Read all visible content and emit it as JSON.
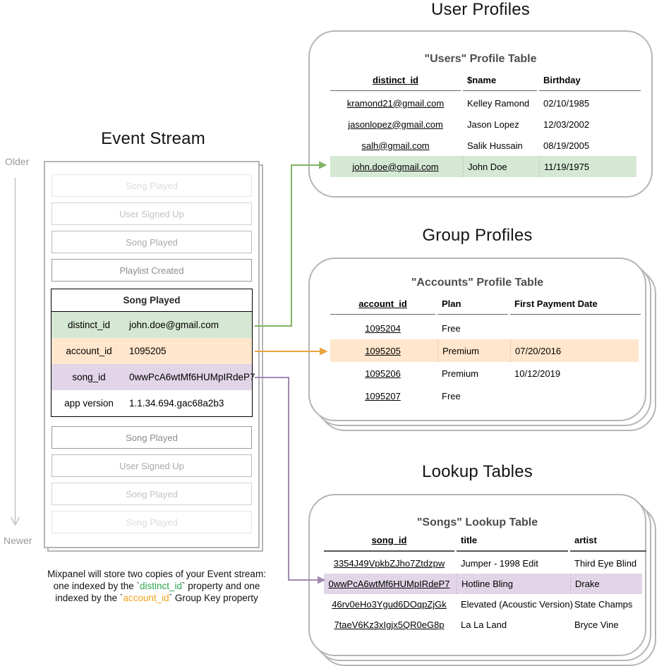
{
  "titles": {
    "event_stream": "Event Stream",
    "user_profiles": "User Profiles",
    "group_profiles": "Group Profiles",
    "lookup_tables": "Lookup Tables"
  },
  "timeline": {
    "older": "Older",
    "newer": "Newer"
  },
  "event_stream": {
    "events": [
      {
        "label": "Song Played"
      },
      {
        "label": "User Signed Up"
      },
      {
        "label": "Song Played"
      },
      {
        "label": "Playlist Created"
      },
      {
        "label": "Song Played"
      },
      {
        "label": "User Signed Up"
      },
      {
        "label": "Song Played"
      },
      {
        "label": "Song Played"
      }
    ],
    "card": {
      "title": "Song Played",
      "rows": [
        {
          "key": "distinct_id",
          "value": "john.doe@gmail.com",
          "highlight": "green"
        },
        {
          "key": "account_id",
          "value": "1095205",
          "highlight": "orange"
        },
        {
          "key": "song_id",
          "value": "0wwPcA6wtMf6HUMpIRdeP7",
          "highlight": "purple"
        },
        {
          "key": "app version",
          "value": "1.1.34.694.gac68a2b3",
          "highlight": "none"
        }
      ]
    },
    "caption_line1": "Mixpanel will store two copies of your Event stream:",
    "caption_line2": {
      "pre": "one indexed by the `",
      "code": "distinct_id",
      "post": "` property and one"
    },
    "caption_line3": {
      "pre": "indexed by the `",
      "code": "account_id",
      "post": "` Group Key property"
    }
  },
  "users_table": {
    "title": "\"Users\" Profile Table",
    "columns": [
      "distinct_id",
      "$name",
      "Birthday"
    ],
    "rows": [
      [
        "kramond21@gmail.com",
        "Kelley Ramond",
        "02/10/1985"
      ],
      [
        "jasonlopez@gmail.com",
        "Jason Lopez",
        "12/03/2002"
      ],
      [
        "salh@gmail.com",
        "Salik Hussain",
        "08/19/2005"
      ],
      [
        "john.doe@gmail.com",
        "John Doe",
        "11/19/1975"
      ]
    ],
    "highlighted_row": "john.doe@gmail.com"
  },
  "accounts_table": {
    "title": "\"Accounts\" Profile Table",
    "columns": [
      "account_id",
      "Plan",
      "First Payment Date"
    ],
    "rows": [
      [
        "1095204",
        "Free",
        ""
      ],
      [
        "1095205",
        "Premium",
        "07/20/2016"
      ],
      [
        "1095206",
        "Premium",
        "10/12/2019"
      ],
      [
        "1095207",
        "Free",
        ""
      ]
    ],
    "highlighted_row": "1095205"
  },
  "songs_table": {
    "title": "\"Songs\" Lookup Table",
    "columns": [
      "song_id",
      "title",
      "artist"
    ],
    "rows": [
      [
        "3354J49VpkbZJho7Ztdzpw",
        "Jumper - 1998 Edit",
        "Third Eye Blind"
      ],
      [
        "0wwPcA6wtMf6HUMpIRdeP7",
        "Hotline Bling",
        "Drake"
      ],
      [
        "46rv0eHo3Ygud6DOqpZjGk",
        "Elevated (Acoustic Version)",
        "State Champs"
      ],
      [
        "7taeV6Kz3xIgjx5QR0eG8p",
        "La La Land",
        "Bryce Vine"
      ]
    ],
    "highlighted_row": "0wwPcA6wtMf6HUMpIRdeP7"
  },
  "colors": {
    "green_fill": "#d5e8d4",
    "orange_fill": "#ffe6cc",
    "purple_fill": "#e1d5e7",
    "green_stroke": "#82b366",
    "orange_stroke": "#e8a33d",
    "purple_stroke": "#9f8ab1",
    "caption_green": "#2ea44f",
    "caption_orange": "#f6a21e",
    "card_border": "#b5b5b5"
  }
}
